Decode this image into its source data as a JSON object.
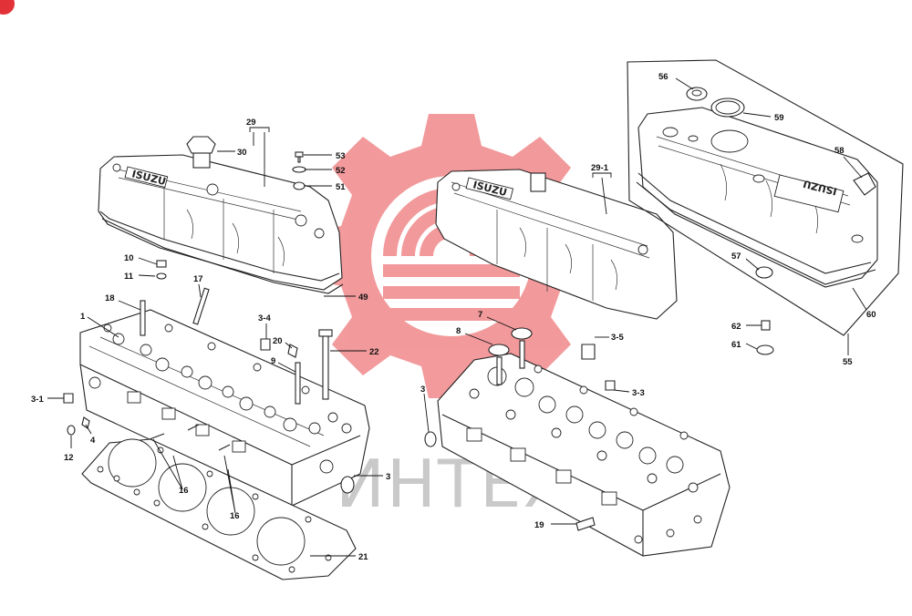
{
  "watermark": {
    "text": "ИНТЕХ",
    "gear_color": "#e8474a",
    "text_color": "#c9c9c9"
  },
  "colors": {
    "corner_badge": "#e23137"
  },
  "brand_marks": {
    "isuzu": "ISUZU"
  },
  "labels": {
    "l1": "1",
    "l3a": "3",
    "l3b": "3",
    "l3_1": "3-1",
    "l3_3": "3-3",
    "l3_4": "3-4",
    "l3_5": "3-5",
    "l4": "4",
    "l7": "7",
    "l8": "8",
    "l9": "9",
    "l10": "10",
    "l11": "11",
    "l12": "12",
    "l16a": "16",
    "l16b": "16",
    "l17": "17",
    "l18": "18",
    "l19": "19",
    "l20": "20",
    "l21": "21",
    "l22": "22",
    "l29": "29",
    "l29_1": "29-1",
    "l30": "30",
    "l49": "49",
    "l51": "51",
    "l52": "52",
    "l53": "53",
    "l55": "55",
    "l56": "56",
    "l57": "57",
    "l58": "58",
    "l59": "59",
    "l60": "60",
    "l61": "61",
    "l62": "62"
  }
}
